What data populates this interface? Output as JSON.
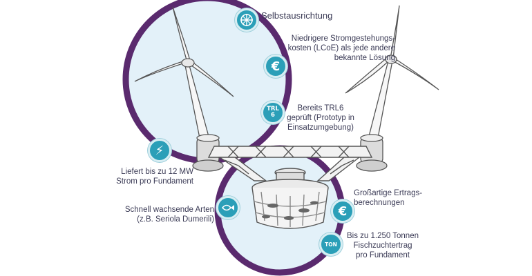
{
  "colors": {
    "ring": "#5a2a6e",
    "sky": "#ddeef8",
    "icon_fill": "#2b9fb8",
    "text": "#3a3a55"
  },
  "features": [
    {
      "id": "self-alignment",
      "icon": "compass-icon",
      "text": "Selbstausrichtung"
    },
    {
      "id": "lcoe",
      "icon": "euro-icon",
      "text": "Niedrigere Stromgestehungs-\nkosten (LCoE) als jede andere\nbekannte Lösung"
    },
    {
      "id": "trl6",
      "icon": "trl6-icon",
      "icon_text": "TRL\n6",
      "text": "Bereits TRL6\ngeprüft (Prototyp in\nEinsatzumgebung)"
    },
    {
      "id": "power",
      "icon": "lightning-icon",
      "text": "Liefert bis zu 12 MW\nStrom pro Fundament"
    },
    {
      "id": "species",
      "icon": "fish-icon",
      "text": "Schnell wachsende Arten\n(z.B. Seriola Dumerili)"
    },
    {
      "id": "revenue",
      "icon": "euro-revenue-icon",
      "text": "Großartige Ertrags-\nberechnungen"
    },
    {
      "id": "yield",
      "icon": "weight-ton-icon",
      "icon_text": "TON",
      "text": "Bis zu 1.250 Tonnen\nFischzuchtertrag\npro Fundament"
    }
  ]
}
